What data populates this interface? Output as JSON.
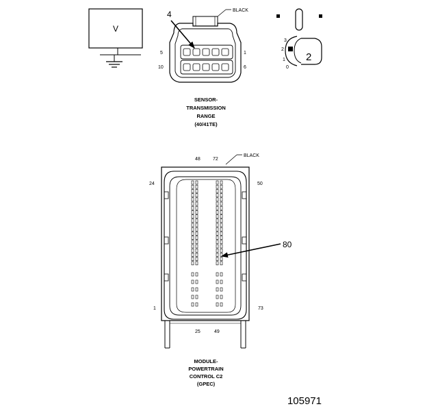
{
  "meter": {
    "label": "V"
  },
  "connector_top": {
    "callout": "4",
    "color_label": "BLACK",
    "pins": {
      "top_left": "5",
      "top_right": "1",
      "bottom_left": "10",
      "bottom_right": "6"
    },
    "caption": [
      "SENSOR-",
      "TRANSMISSION",
      "RANGE",
      "(40/41TE)"
    ]
  },
  "probe": {
    "callout": "2",
    "scale": [
      "3",
      "2",
      "1",
      "0"
    ]
  },
  "connector_bottom": {
    "callout": "80",
    "color_label": "BLACK",
    "pins": {
      "top_a": "48",
      "top_b": "72",
      "left_top": "24",
      "right_top": "50",
      "left_bottom": "1",
      "right_bottom": "73",
      "bottom_a": "25",
      "bottom_b": "49"
    },
    "caption": [
      "MODULE-",
      "POWERTRAIN",
      "CONTROL C2",
      "(GPEC)"
    ]
  },
  "figure_number": "105971"
}
